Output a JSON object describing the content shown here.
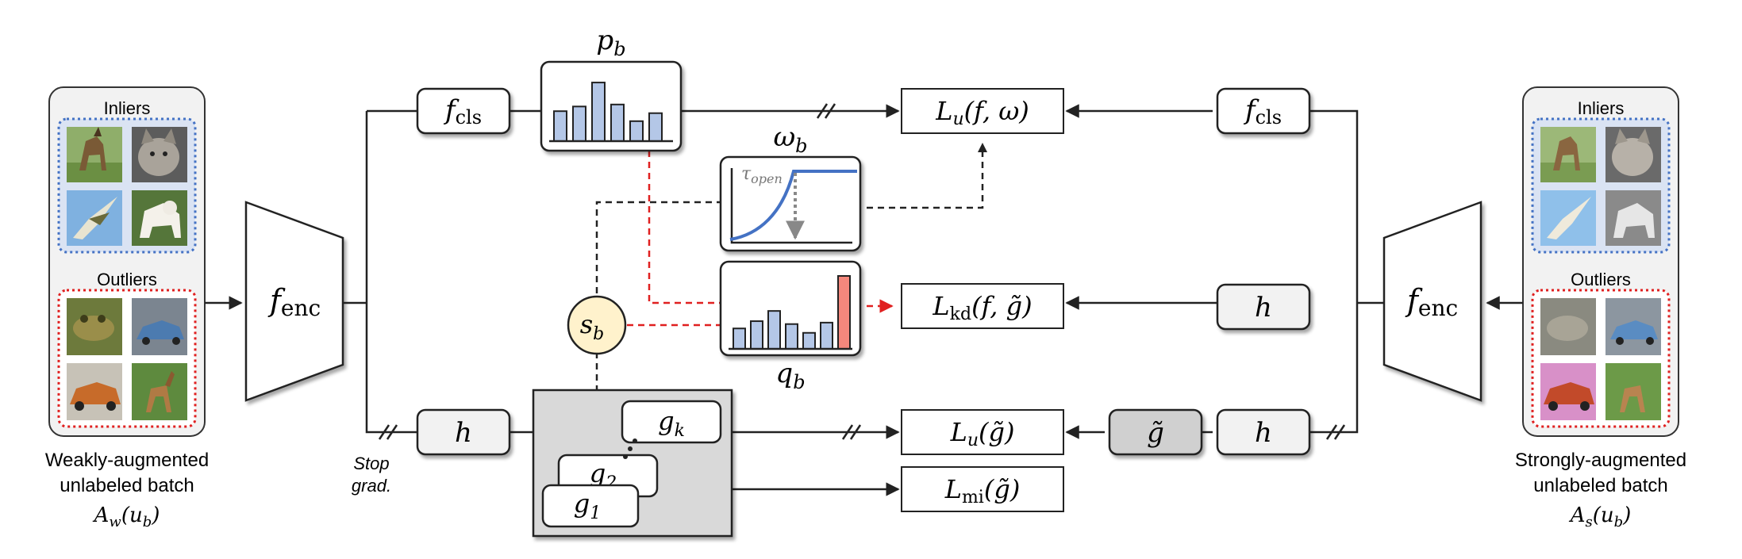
{
  "left_panel": {
    "inliers_label": "Inliers",
    "outliers_label": "Outliers",
    "caption_line1": "Weakly-augmented",
    "caption_line2": "unlabeled batch",
    "caption_math": "A",
    "caption_math_sub": "w",
    "caption_math_arg": "(u",
    "caption_math_arg_sub": "b",
    "caption_math_close": ")"
  },
  "right_panel": {
    "inliers_label": "Inliers",
    "outliers_label": "Outliers",
    "caption_line1": "Strongly-augmented",
    "caption_line2": "unlabeled batch",
    "caption_math": "A",
    "caption_math_sub": "s",
    "caption_math_arg": "(u",
    "caption_math_arg_sub": "b",
    "caption_math_close": ")"
  },
  "images": {
    "inliers": [
      "dog",
      "cat",
      "bird",
      "dog"
    ],
    "outliers": [
      "frog",
      "car",
      "car",
      "deer"
    ]
  },
  "encoder": {
    "main": "f",
    "sub": "enc"
  },
  "head_cls": {
    "main": "f",
    "sub": "cls"
  },
  "head_h": {
    "main": "h"
  },
  "gtilde": {
    "main": "g̃"
  },
  "stop_grad": {
    "line1": "Stop",
    "line2": "grad."
  },
  "pb": {
    "main": "p",
    "sub": "b"
  },
  "qb": {
    "main": "q",
    "sub": "b"
  },
  "omega": {
    "main": "ω",
    "sub": "b",
    "tau": "τ",
    "tau_sub": "open"
  },
  "sb": {
    "main": "s",
    "sub": "b"
  },
  "g_stack": {
    "gk": "g",
    "gk_sub": "k",
    "g2": "g",
    "g2_sub": "2",
    "g1": "g",
    "g1_sub": "1"
  },
  "losses": {
    "lu_f_omega": {
      "L": "L",
      "sub": "u",
      "arg": "(f, ω)"
    },
    "lkd": {
      "L": "L",
      "sub": "kd",
      "arg": "(f, g̃)"
    },
    "lu_g": {
      "L": "L",
      "sub": "u",
      "arg": "(g̃)"
    },
    "lmi": {
      "L": "L",
      "sub": "mi",
      "arg": "(g̃)"
    }
  },
  "histograms": {
    "pb_values": [
      0.45,
      0.52,
      0.88,
      0.55,
      0.3,
      0.42
    ],
    "qb_values": [
      0.28,
      0.38,
      0.52,
      0.34,
      0.22,
      0.36,
      1.0
    ],
    "qb_highlight_index": 6
  },
  "colors": {
    "bar_blue": "#b4c7e7",
    "bar_red": "#f4877c",
    "curve_blue": "#4472c4",
    "dashed_red": "#e02020",
    "inlier_border": "#4472c4",
    "outlier_border": "#e02020",
    "sb_fill": "#fff2cc",
    "panel_fill": "#f2f2f2",
    "box_grey": "#d9d9d9"
  }
}
